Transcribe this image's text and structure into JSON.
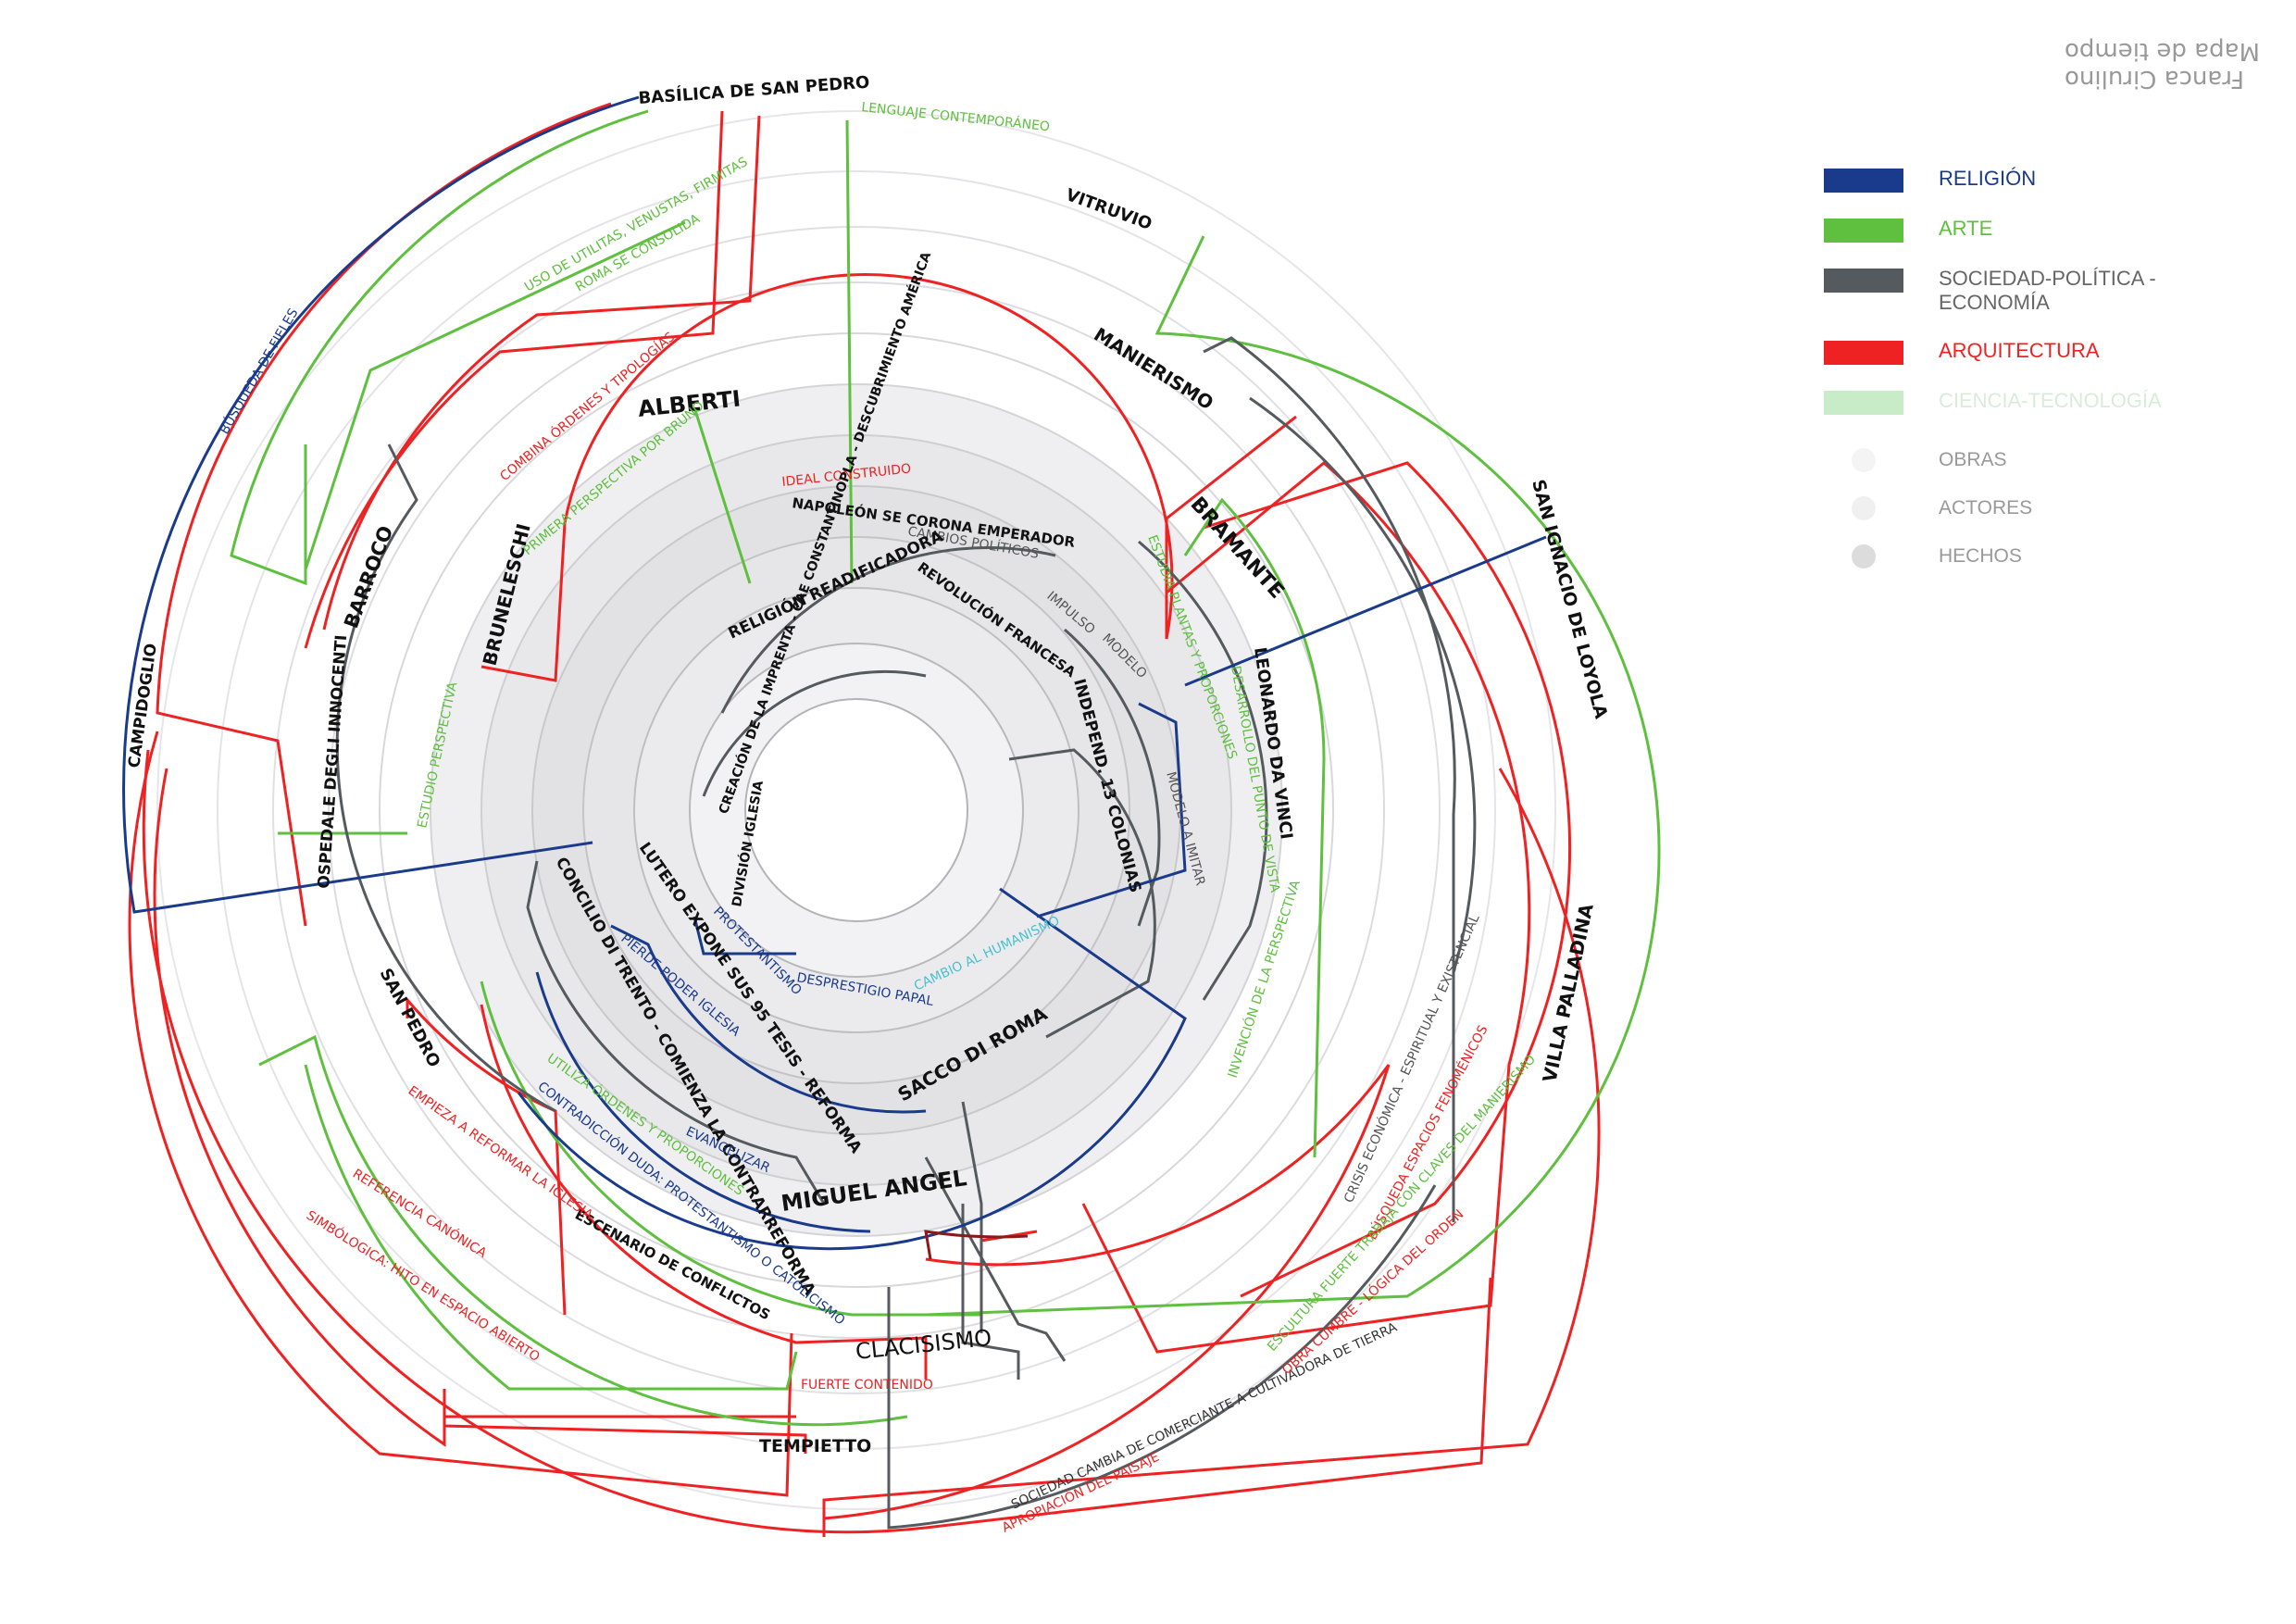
{
  "title": {
    "line1": "Mapa de tiempo",
    "line2": "Franca Cirulino"
  },
  "legend": {
    "categories": [
      {
        "label": "RELIGIÓN",
        "color": "#1a3a8c",
        "text_color": "#1a3a8c"
      },
      {
        "label": "ARTE",
        "color": "#5fbf3f",
        "text_color": "#5fbf3f"
      },
      {
        "label": "SOCIEDAD-POLÍTICA - ECONOMÍA",
        "color": "#555a5f",
        "text_color": "#666666"
      },
      {
        "label": "ARQUITECTURA",
        "color": "#ee2222",
        "text_color": "#ee2222"
      },
      {
        "label": "CIENCIA-TECNOLOGÍA",
        "color": "#c7ecc7",
        "text_color": "#d8ecd8"
      }
    ],
    "markers": [
      {
        "label": "OBRAS",
        "color": "#f4f4f4"
      },
      {
        "label": "ACTORES",
        "color": "#f0f0f0"
      },
      {
        "label": "HECHOS",
        "color": "#dcdcdc"
      }
    ]
  },
  "labels": {
    "basilica": "BASÍLICA DE SAN PEDRO",
    "vitruvio": "VITRUVIO",
    "manierismo": "MANIERISMO",
    "bramante": "BRAMANTE",
    "san_ignacio": "SAN IGNACIO DE LOYOLA",
    "leonardo": "LEONARDO DA VINCI",
    "villa_palladina": "VILLA PALLADINA",
    "alberti": "ALBERTI",
    "barroco": "BARROCO",
    "brunelleschi": "BRUNELESCHI",
    "campidoglio": "CAMPIDOGLIO",
    "ospedale": "OSPEDALE DEGLI INNOCENTI",
    "san_pedro": "SAN PEDRO",
    "miguel_angel": "MIGUEL ANGEL",
    "sacco": "SACCO DI ROMA",
    "clacisismo": "CLACISISMO",
    "tempietto": "TEMPIETTO",
    "busqueda_fieles": "BÚSQUEDA DE FIELES",
    "lenguaje": "LENGUAJE CONTEMPORÁNEO",
    "uso_utilitas": "USO DE UTILITAS, VENUSTAS, FIRMITAS",
    "roma_consolida": "ROMA SE CONSOLIDA",
    "ordenes": "COMBINA ÓRDENES Y TIPOLOGÍAS",
    "perspectiva": "PRIMERA PERSPECTIVA POR BRUNO",
    "ideal": "IDEAL CONSTRUIDO",
    "napoleon": "NAPOLEÓN SE CORONA EMPERADOR",
    "cambios_politicos": "CAMBIOS POLÍTICOS",
    "revolucion": "REVOLUCIÓN FRANCESA",
    "impulso": "IMPULSO",
    "modelo": "MODELO",
    "independ": "INDEPEND. 13 COLONIAS",
    "modelo_imitar": "MODELO A IMITAR",
    "religion_readif": "RELIGIÓN READIFICADORA",
    "imprenta": "CREACIÓN DE LA IMPRENTA - CAE CONSTANTINOPLA - DESCUBRIMIENTO AMÉRICA",
    "division": "DIVISIÓN IGLESIA",
    "lutero": "LUTERO EXPONE SUS 95 TESIS - REFORMA",
    "concilio": "CONCILIO DI TRENTO - COMIENZA LA CONTRARREFORMA",
    "protestantismo": "PROTESTANTISMO",
    "desprestigio": "DESPRESTIGIO PAPAL",
    "pierde_iglesia": "PIERDE PODER IGLESIA",
    "cambio_humanismo": "CAMBIO AL HUMANISMO",
    "evangelizar": "EVANGELIZAR",
    "contradiccion": "CONTRADICCIÓN DUDA: PROTESTANTISMO O CATOLICISMO",
    "utiliza_ordenes": "UTILIZA ÓRDENES Y PROPORCIONES",
    "escenario": "ESCENARIO DE CONFLICTOS",
    "empieza_reforma": "EMPIEZA A REFORMAR LA IGLESIA",
    "referencia_canonica": "REFERENCIA CANÓNICA",
    "simbologica": "SIMBÓLOGICA: HITO EN ESPACIO ABIERTO",
    "fuerte": "FUERTE CONTENIDO",
    "sociedad_cambia": "SOCIEDAD CAMBIA DE COMERCIANTE A CULTIVADORA DE TIERRA",
    "apropiacion": "APROPIACIÓN DEL PAISAJE",
    "crisis": "CRISIS ECONÓMICA - ESPIRITUAL Y EXISTENCIAL",
    "busqueda_espacios": "BÚSQUEDA ESPACIOS FENOMÉNICOS",
    "escultura": "ESCULTURA FUERTE TRABAJA CON CLAVES DEL MANIERISMO",
    "obra_cumbre": "OBRA CUMBRE - LÓGICA DEL ORDEN",
    "invencion": "INVENCIÓN DE LA PERSPECTIVA",
    "estudia_plantas": "ESTUDIA PLANTAS Y PROPORCIONES",
    "estudio_perspectiva": "ESTUDIO PERSPECTIVA",
    "desarrollo_punto": "DESARROLLO DEL PUNTO DE VISTA"
  }
}
